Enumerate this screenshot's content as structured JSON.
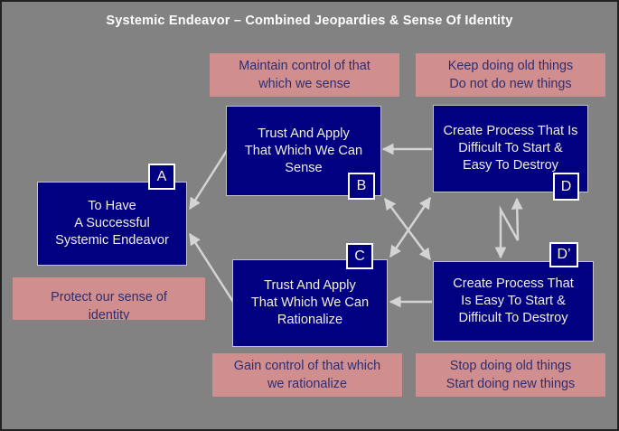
{
  "title": "Systemic Endeavor – Combined Jeopardies & Sense Of Identity",
  "nodes": {
    "a": {
      "tag": "A",
      "lines": [
        "To Have",
        "A Successful",
        "Systemic Endeavor"
      ]
    },
    "b": {
      "tag": "B",
      "lines": [
        "Trust And Apply",
        "That Which We Can",
        "Sense"
      ]
    },
    "c": {
      "tag": "C",
      "lines": [
        "Trust And Apply",
        "That Which We Can",
        "Rationalize"
      ]
    },
    "d": {
      "tag": "D",
      "lines": [
        "Create Process That Is",
        "Difficult To Start &",
        "Easy To Destroy"
      ]
    },
    "dp": {
      "tag": "D’",
      "lines": [
        "Create Process That",
        "Is Easy To Start &",
        "Difficult To Destroy"
      ]
    }
  },
  "annotations": {
    "maintain": {
      "lines": [
        "Maintain control of that",
        "which we sense"
      ]
    },
    "keep": {
      "lines": [
        "Keep doing old things",
        "Do not do new things"
      ]
    },
    "protect": {
      "lines": [
        "Protect our sense of",
        "identity"
      ]
    },
    "gain": {
      "lines": [
        "Gain control of that which",
        "we rationalize"
      ]
    },
    "stop": {
      "lines": [
        "Stop doing old things",
        "Start doing new things"
      ]
    }
  },
  "connections": [
    {
      "from": "B",
      "to": "A",
      "heads": "single"
    },
    {
      "from": "C",
      "to": "A",
      "heads": "single"
    },
    {
      "from": "D",
      "to": "B",
      "heads": "single"
    },
    {
      "from": "D’",
      "to": "C",
      "heads": "single"
    },
    {
      "from": "B",
      "to": "D’",
      "heads": "double"
    },
    {
      "from": "C",
      "to": "D",
      "heads": "double"
    },
    {
      "from": "D",
      "to": "D’",
      "heads": "double-zigzag"
    }
  ],
  "colors": {
    "background": "#828282",
    "node_fill": "#000080",
    "node_text": "#F2EFDC",
    "annotation_fill": "#D18E8E",
    "annotation_text": "#2E2E72",
    "arrow": "#D4D4D4",
    "title_text": "#FFFFFF"
  }
}
